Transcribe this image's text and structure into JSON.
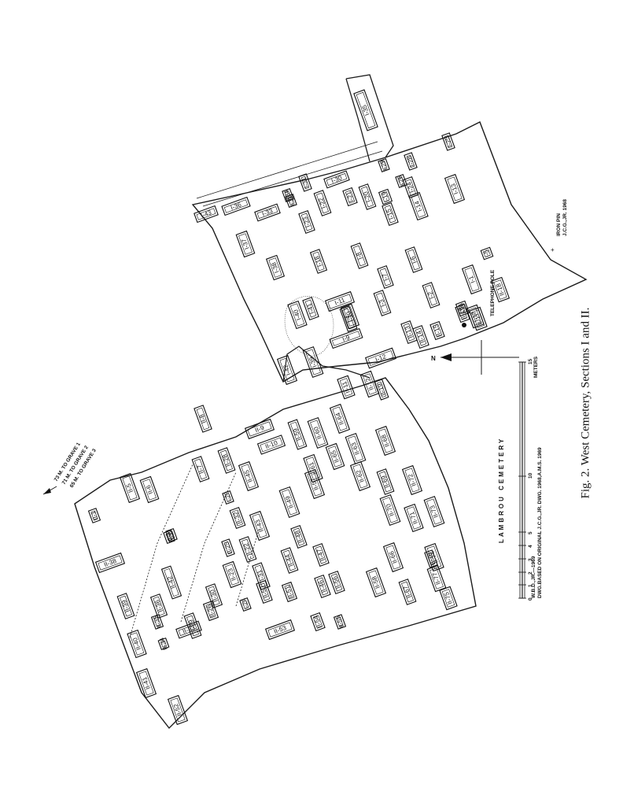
{
  "figure": {
    "caption": "Fig. 2.  West Cemetery, Sections I and II."
  },
  "title": "LAMBROU  CEMETERY",
  "distances": [
    "73 M. TO GRAVE 1",
    "71 M. TO GRAVE 2",
    "65 M. TO GRAVE 3"
  ],
  "credits": [
    "W.B.D.,JR.—1969",
    "DWG.BASED ON ORIGINAL J.C.G.,JR. DWG. 1968,A.M.S. 1969"
  ],
  "scale": {
    "unit": "METERS",
    "ticks": [
      "0",
      "1",
      "2",
      "3",
      "4",
      "5",
      "10",
      "15"
    ]
  },
  "north_label": "N",
  "annotations": {
    "telephone_pole": "TELEPHONE POLE",
    "iron_pin_1": "IRON PIN",
    "iron_pin_2": "J.C.G.,JR. 1968"
  },
  "graves_section_1": [
    "I-1",
    "I-2",
    "I-3",
    "I-4",
    "I-5",
    "I-6",
    "I-7",
    "I-8",
    "I-9",
    "I-10",
    "I-11",
    "I-12",
    "I-13",
    "I-14",
    "I-15",
    "I-16",
    "I-17",
    "I-18",
    "I-19",
    "I-20",
    "I-21",
    "I-22",
    "I-23",
    "I-24",
    "I-25",
    "I-26",
    "I-28",
    "I-29",
    "I-30",
    "I-31",
    "I-32",
    "I-33",
    "I-34",
    "I-35",
    "I-36",
    "I-37",
    "I-38",
    "I-39",
    "I-40",
    "I-41",
    "I-42",
    "I-43"
  ],
  "graves_section_2": [
    "II-1",
    "II-3",
    "II-5",
    "II-6",
    "II-7",
    "II-8",
    "II-9",
    "II-10",
    "II-11",
    "II-12",
    "II-13",
    "II-14",
    "II-15",
    "II-16",
    "II-17",
    "II-18",
    "II-19",
    "II-20",
    "II-22",
    "II-23",
    "II-24",
    "II-25",
    "II-26",
    "II-28",
    "II-29",
    "II-30",
    "II-31",
    "II-32",
    "II-33",
    "II-34",
    "II-35",
    "II-36",
    "II-37",
    "II-38",
    "II-39",
    "II-40",
    "II-41",
    "II-42",
    "II-43",
    "II-44",
    "II-45",
    "II-46",
    "II-47",
    "II-48",
    "II-49",
    "II-50",
    "II-51",
    "II-52",
    "II-53",
    "II-54",
    "II-55",
    "II-56",
    "II-57",
    "II-58",
    "II-59",
    "II-60",
    "II-61",
    "II-62",
    "II-63",
    "II-64",
    "II-65",
    "II-66",
    "II-67",
    "II-68",
    "II-69",
    "II-70",
    "II-71",
    "II-72",
    "II-73",
    "II-74",
    "II-75",
    "II-76",
    "II-77"
  ]
}
